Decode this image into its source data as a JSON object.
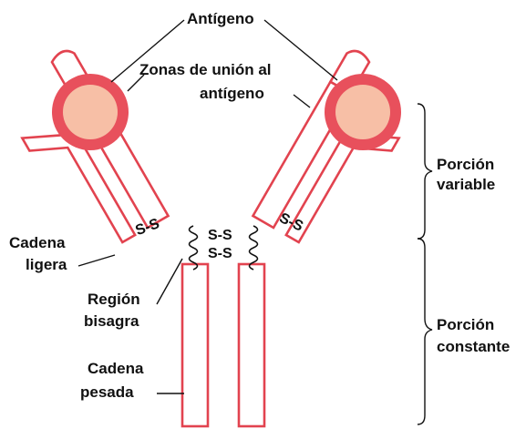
{
  "labels": {
    "antigen": "Antígeno",
    "binding_zones_line1": "Zonas de unión al",
    "binding_zones_line2": "antígeno",
    "variable_line1": "Porción",
    "variable_line2": "variable",
    "constant_line1": "Porción",
    "constant_line2": "constante",
    "light_chain_line1": "Cadena",
    "light_chain_line2": "ligera",
    "hinge_line1": "Región",
    "hinge_line2": "bisagra",
    "heavy_chain_line1": "Cadena",
    "heavy_chain_line2": "pesada"
  },
  "disulfide_bonds": {
    "left_arm": "S-S",
    "hinge_top": "S-S",
    "hinge_bottom": "S-S",
    "right_arm": "S-S"
  },
  "colors": {
    "chain_outline": "#e2434f",
    "antigen_ring": "#e8505c",
    "antigen_fill": "#f7bfa6",
    "text": "#111111"
  }
}
